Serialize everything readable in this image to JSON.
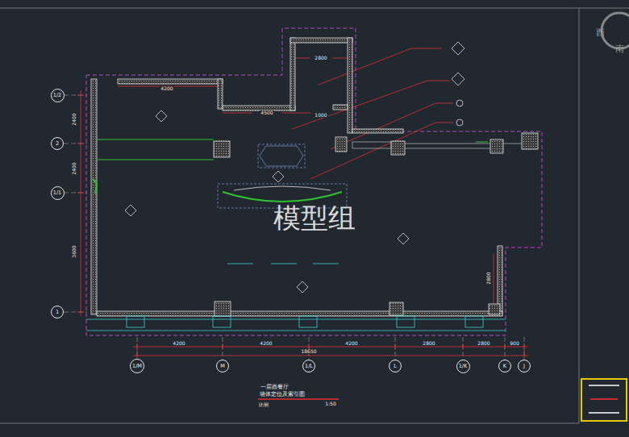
{
  "diagram": {
    "nodes": [
      {
        "text": [
          "1/2"
        ]
      },
      {
        "text": [
          "2"
        ]
      },
      {
        "text": [
          "1/1"
        ]
      },
      {
        "text": [
          "1"
        ]
      },
      {
        "text": [
          "1/M"
        ]
      },
      {
        "text": [
          "M"
        ]
      },
      {
        "text": [
          "1/L"
        ]
      },
      {
        "text": [
          "L"
        ]
      },
      {
        "text": [
          "1/K"
        ]
      },
      {
        "text": [
          "K"
        ]
      },
      {
        "text": [
          "J"
        ]
      }
    ],
    "labels": [
      "模型组",
      "4200",
      "2800",
      "4500",
      "1000",
      "2400",
      "2400",
      "3600",
      "4200",
      "4200",
      "4200",
      "2800",
      "2800",
      "900",
      "18650",
      "2800",
      "一层西餐厅",
      "墙体定位及索引图",
      "比例",
      "1:50",
      "西",
      "南"
    ]
  }
}
